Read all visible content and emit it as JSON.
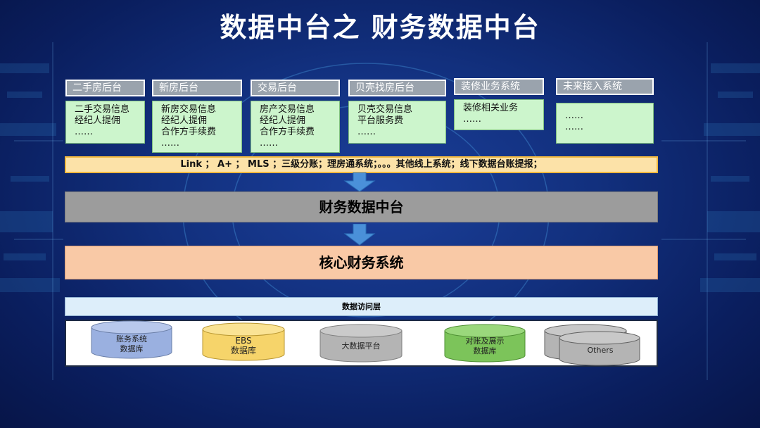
{
  "title": "数据中台之 财务数据中台",
  "systems": [
    {
      "header": "二手房后台",
      "lines": [
        "二手交易信息",
        "经纪人提佣",
        "……"
      ]
    },
    {
      "header": "新房后台",
      "lines": [
        "新房交易信息",
        "经纪人提佣",
        "合作方手续费",
        "……"
      ]
    },
    {
      "header": "交易后台",
      "lines": [
        "房产交易信息",
        "经纪人提佣",
        "合作方手续费",
        "……"
      ]
    },
    {
      "header": "贝壳找房后台",
      "lines": [
        "贝壳交易信息",
        "平台服务费",
        "……"
      ]
    },
    {
      "header": "装修业务系统",
      "lines": [
        "装修相关业务",
        "……"
      ]
    },
    {
      "header": "未来接入系统",
      "lines": [
        "……",
        "……"
      ]
    }
  ],
  "link_bar": "Link ； A+ ； MLS ；三级分账；理房通系统；。。。其他线上系统；线下数据台账提报；",
  "finance_platform": "财务数据中台",
  "core_finance": "核心财务系统",
  "data_access_layer": "数据访问层",
  "databases": [
    {
      "lines": [
        "账务系统",
        "数据库"
      ],
      "color": "#9ab0e0"
    },
    {
      "lines": [
        "EBS",
        "数据库"
      ],
      "color": "#f6d46a"
    },
    {
      "lines": [
        "大数据平台"
      ],
      "color": "#b4b4b4"
    },
    {
      "lines": [
        "对账及展示",
        "数据库"
      ],
      "color": "#7cc45a"
    },
    {
      "lines": [
        "Others"
      ],
      "color": "#b4b4b4"
    }
  ],
  "colors": {
    "background": "#12307e",
    "system_header": "#9aa3ad",
    "system_body": "#ccf5cc",
    "link_bar": "#fce2a8",
    "finance_platform": "#9c9c9c",
    "core_finance": "#f9c9a6",
    "data_access": "#ddeefa",
    "arrow": "#4a90d9"
  }
}
